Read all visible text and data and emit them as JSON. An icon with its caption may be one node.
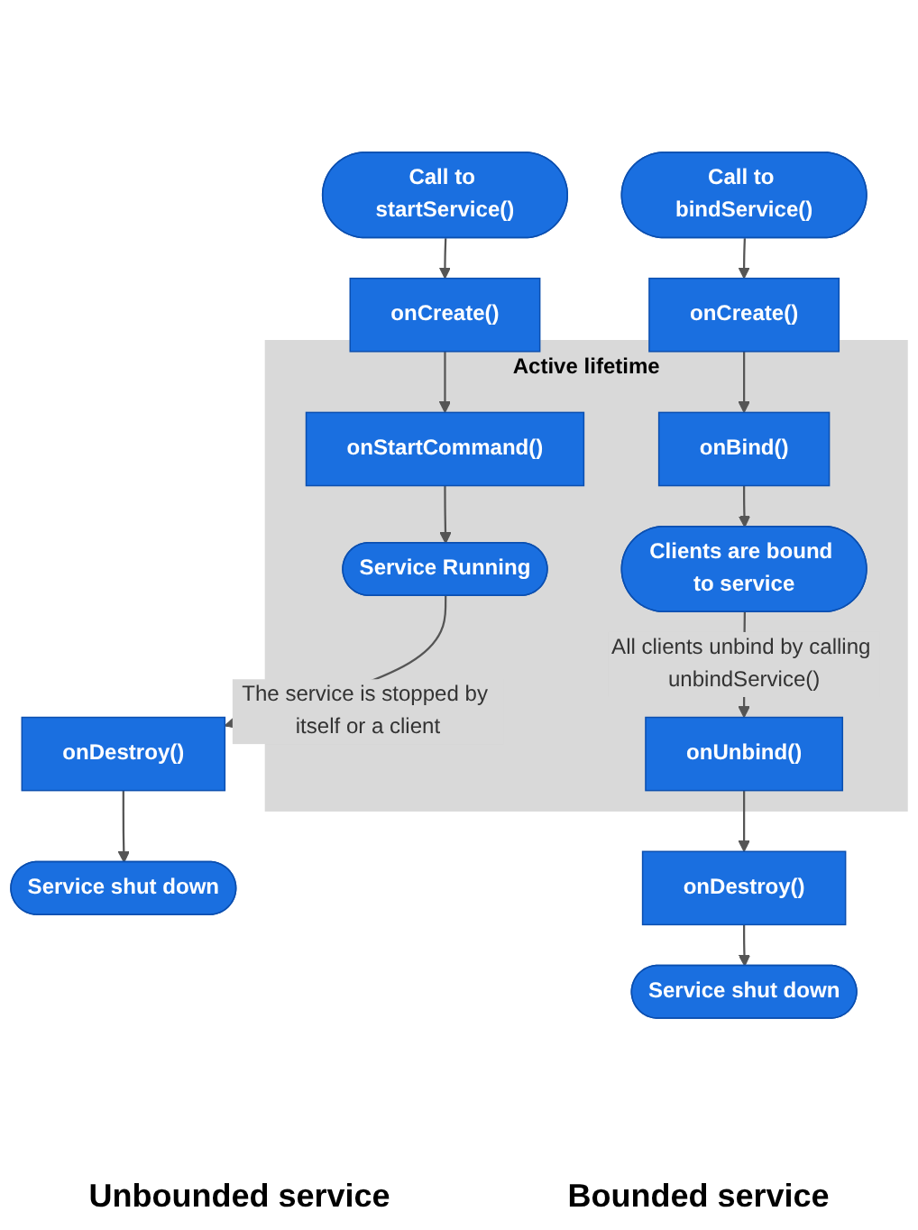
{
  "diagram": {
    "nodes": [
      {
        "text": [
          "Call to startService()"
        ]
      },
      {
        "text": [
          "Call to bindService()"
        ]
      },
      {
        "text": [
          "onCreate()"
        ]
      },
      {
        "text": [
          "onCreate()"
        ]
      },
      {
        "text": [
          "Active lifetime"
        ]
      },
      {
        "text": [
          "onStartCommand()"
        ],
        "in": 4
      },
      {
        "text": [
          "onBind()"
        ],
        "in": 4
      },
      {
        "text": [
          "Service Running"
        ],
        "in": 4
      },
      {
        "text": [
          "Clients are bound to service"
        ],
        "in": 4
      },
      {
        "text": [
          "onUnbind()"
        ],
        "in": 4
      },
      {
        "text": [
          "onDestroy()"
        ]
      },
      {
        "text": [
          "onDestroy()"
        ]
      },
      {
        "text": [
          "Service shut down"
        ]
      },
      {
        "text": [
          "Service shut down"
        ]
      }
    ],
    "edges": [
      {
        "from": 0,
        "to": 2,
        "arrow": "to"
      },
      {
        "from": 2,
        "to": 5,
        "arrow": "to"
      },
      {
        "from": 5,
        "to": 7,
        "arrow": "to"
      },
      {
        "from": 7,
        "to": 10,
        "arrow": "to",
        "label": "The service is stopped by itself or a client"
      },
      {
        "from": 10,
        "to": 12,
        "arrow": "to"
      },
      {
        "from": 1,
        "to": 3,
        "arrow": "to"
      },
      {
        "from": 3,
        "to": 6,
        "arrow": "to"
      },
      {
        "from": 6,
        "to": 8,
        "arrow": "to"
      },
      {
        "from": 8,
        "to": 9,
        "arrow": "to",
        "label": "All clients unbind by calling unbindService()"
      },
      {
        "from": 9,
        "to": 11,
        "arrow": "to"
      },
      {
        "from": 11,
        "to": 13,
        "arrow": "to"
      }
    ],
    "labels": [
      "Unbounded service",
      "Bounded service"
    ]
  }
}
